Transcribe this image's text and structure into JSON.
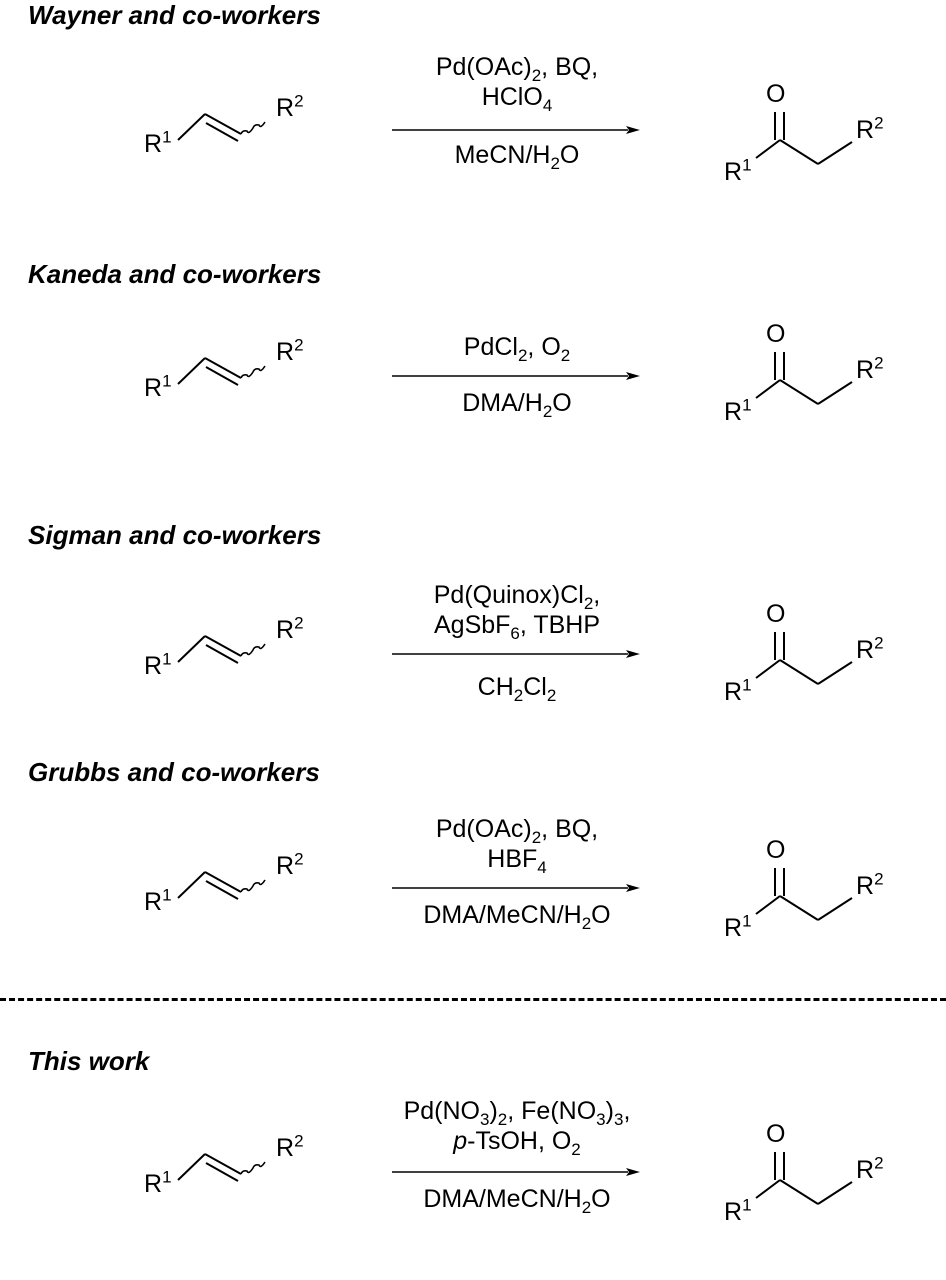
{
  "schemes": [
    {
      "heading": "Wayner and co-workers",
      "above": [
        "Pd(OAc)2, BQ,",
        "HClO4"
      ],
      "below": [
        "MeCN/H2O"
      ],
      "above_rich": [
        [
          "Pd(OAc)",
          [
            "2"
          ],
          ", BQ,"
        ],
        [
          "HClO",
          [
            "4"
          ]
        ]
      ],
      "below_rich": [
        [
          "MeCN/H",
          [
            "2"
          ],
          "O"
        ]
      ]
    },
    {
      "heading": "Kaneda and co-workers",
      "above": [
        "PdCl2, O2"
      ],
      "below": [
        "DMA/H2O"
      ],
      "above_rich": [
        [
          "PdCl",
          [
            "2"
          ],
          ", O",
          [
            "2"
          ]
        ]
      ],
      "below_rich": [
        [
          "DMA/H",
          [
            "2"
          ],
          "O"
        ]
      ]
    },
    {
      "heading": "Sigman and co-workers",
      "above": [
        "Pd(Quinox)Cl2,",
        "AgSbF6, TBHP"
      ],
      "below": [
        "CH2Cl2"
      ],
      "above_rich": [
        [
          "Pd(Quinox)Cl",
          [
            "2"
          ],
          ","
        ],
        [
          "AgSbF",
          [
            "6"
          ],
          ", TBHP"
        ]
      ],
      "below_rich": [
        [
          "CH",
          [
            "2"
          ],
          "Cl",
          [
            "2"
          ]
        ]
      ]
    },
    {
      "heading": "Grubbs and co-workers",
      "above": [
        "Pd(OAc)2, BQ,",
        "HBF4"
      ],
      "below": [
        "DMA/MeCN/H2O"
      ],
      "above_rich": [
        [
          "Pd(OAc)",
          [
            "2"
          ],
          ", BQ,"
        ],
        [
          "HBF",
          [
            "4"
          ]
        ]
      ],
      "below_rich": [
        [
          "DMA/MeCN/H",
          [
            "2"
          ],
          "O"
        ]
      ]
    },
    {
      "heading": "This work",
      "above": [
        "Pd(NO3)2, Fe(NO3)3,",
        "p-TsOH, O2"
      ],
      "below": [
        "DMA/MeCN/H2O"
      ],
      "above_rich": [
        [
          "Pd(NO",
          [
            "3"
          ],
          ")",
          [
            "2"
          ],
          ", Fe(NO",
          [
            "3"
          ],
          ")",
          [
            "3"
          ],
          ","
        ],
        [
          [
            "p",
            "i"
          ],
          "-TsOH, O",
          [
            "2"
          ]
        ]
      ],
      "below_rich": [
        [
          "DMA/MeCN/H",
          [
            "2"
          ],
          "O"
        ]
      ]
    }
  ],
  "labels": {
    "r": "R",
    "one": "1",
    "two": "2",
    "oxygen": "O"
  }
}
